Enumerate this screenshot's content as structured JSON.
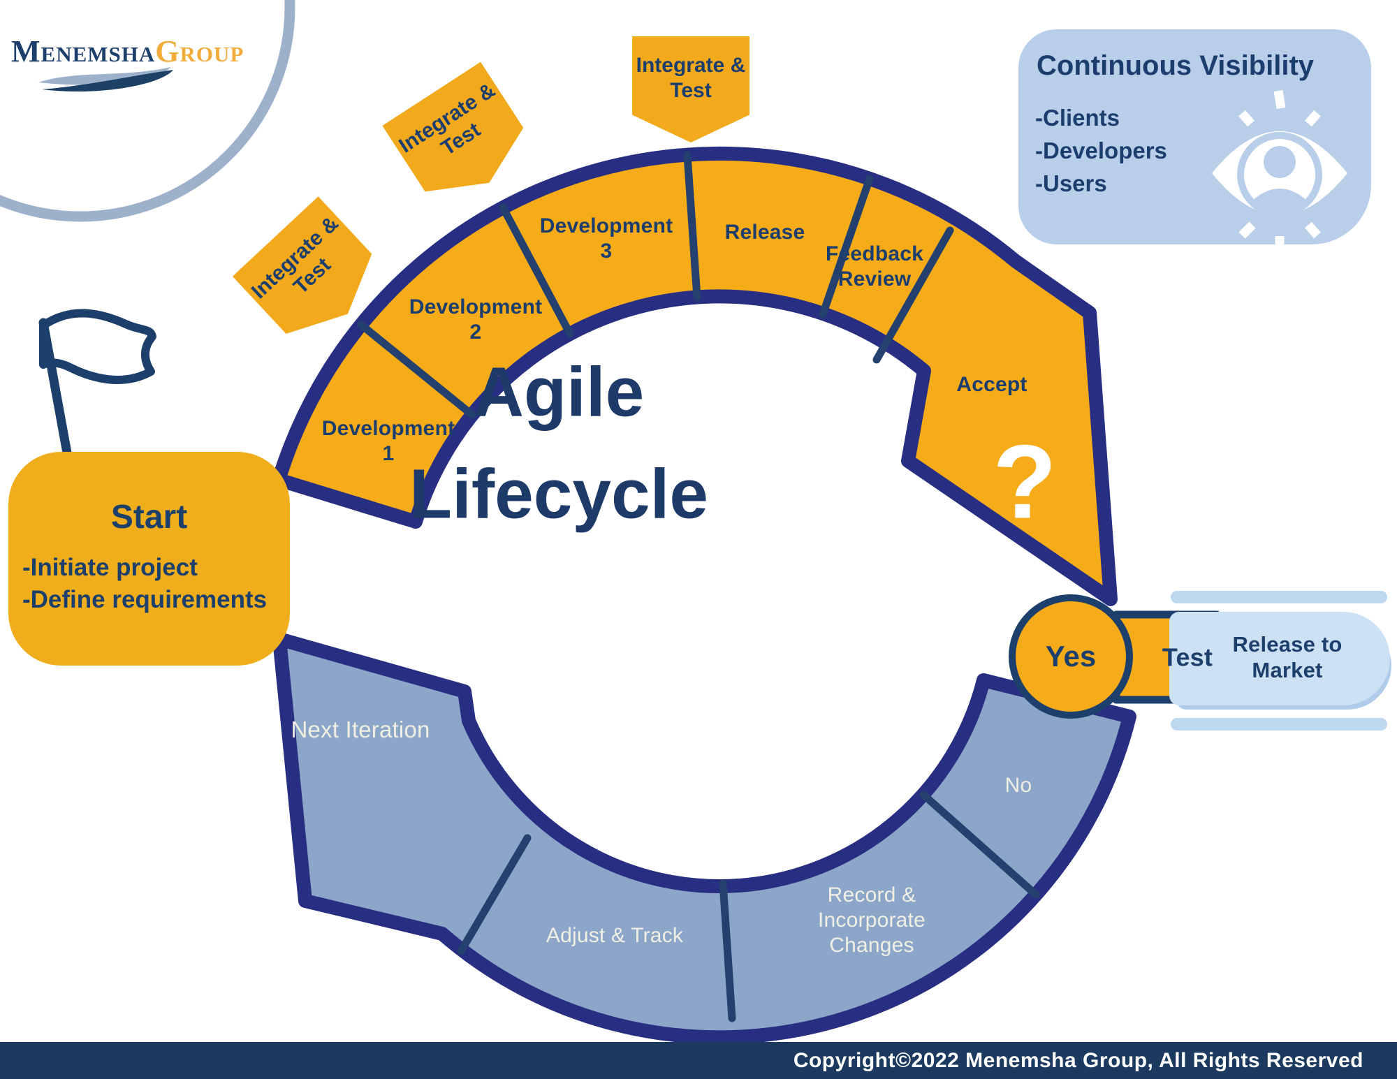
{
  "logo": {
    "name_primary": "Menemsha",
    "name_secondary": "Group"
  },
  "visibility_panel": {
    "title": "Continuous Visibility",
    "items": [
      "-Clients",
      "-Developers",
      "-Users"
    ],
    "icon": "eye-person-icon"
  },
  "center": {
    "title_lines": [
      "Agile",
      "Lifecycle"
    ]
  },
  "start_box": {
    "title": "Start",
    "items": [
      "-Initiate project",
      "-Define requirements"
    ],
    "icon": "flag-icon"
  },
  "top_arc": {
    "banners": [
      "Integrate & Test",
      "Integrate & Test",
      "Integrate & Test"
    ],
    "segments": [
      "Development 1",
      "Development 2",
      "Development 3",
      "Release",
      "Feedback Review",
      "Accept"
    ],
    "accept_symbol": "?"
  },
  "decision": {
    "yes_label": "Yes",
    "test_label": "Test",
    "release_label": "Release to Market"
  },
  "bottom_arc": {
    "segments": [
      "No",
      "Record & Incorporate Changes",
      "Adjust & Track",
      "Next Iteration"
    ]
  },
  "footer": {
    "copyright": "Copyright©2022 Menemsha Group, All Rights Reserved"
  },
  "colors": {
    "gold": "#F6AB18",
    "indigo_outline": "#282E82",
    "navy_text": "#1C3E6E",
    "steel_blue": "#8BA6C8",
    "panel_blue": "#B9CFE9",
    "pill_blue": "#CDE1F5",
    "footer_navy": "#1C3A5F",
    "label_light": "#F1EFE4"
  }
}
